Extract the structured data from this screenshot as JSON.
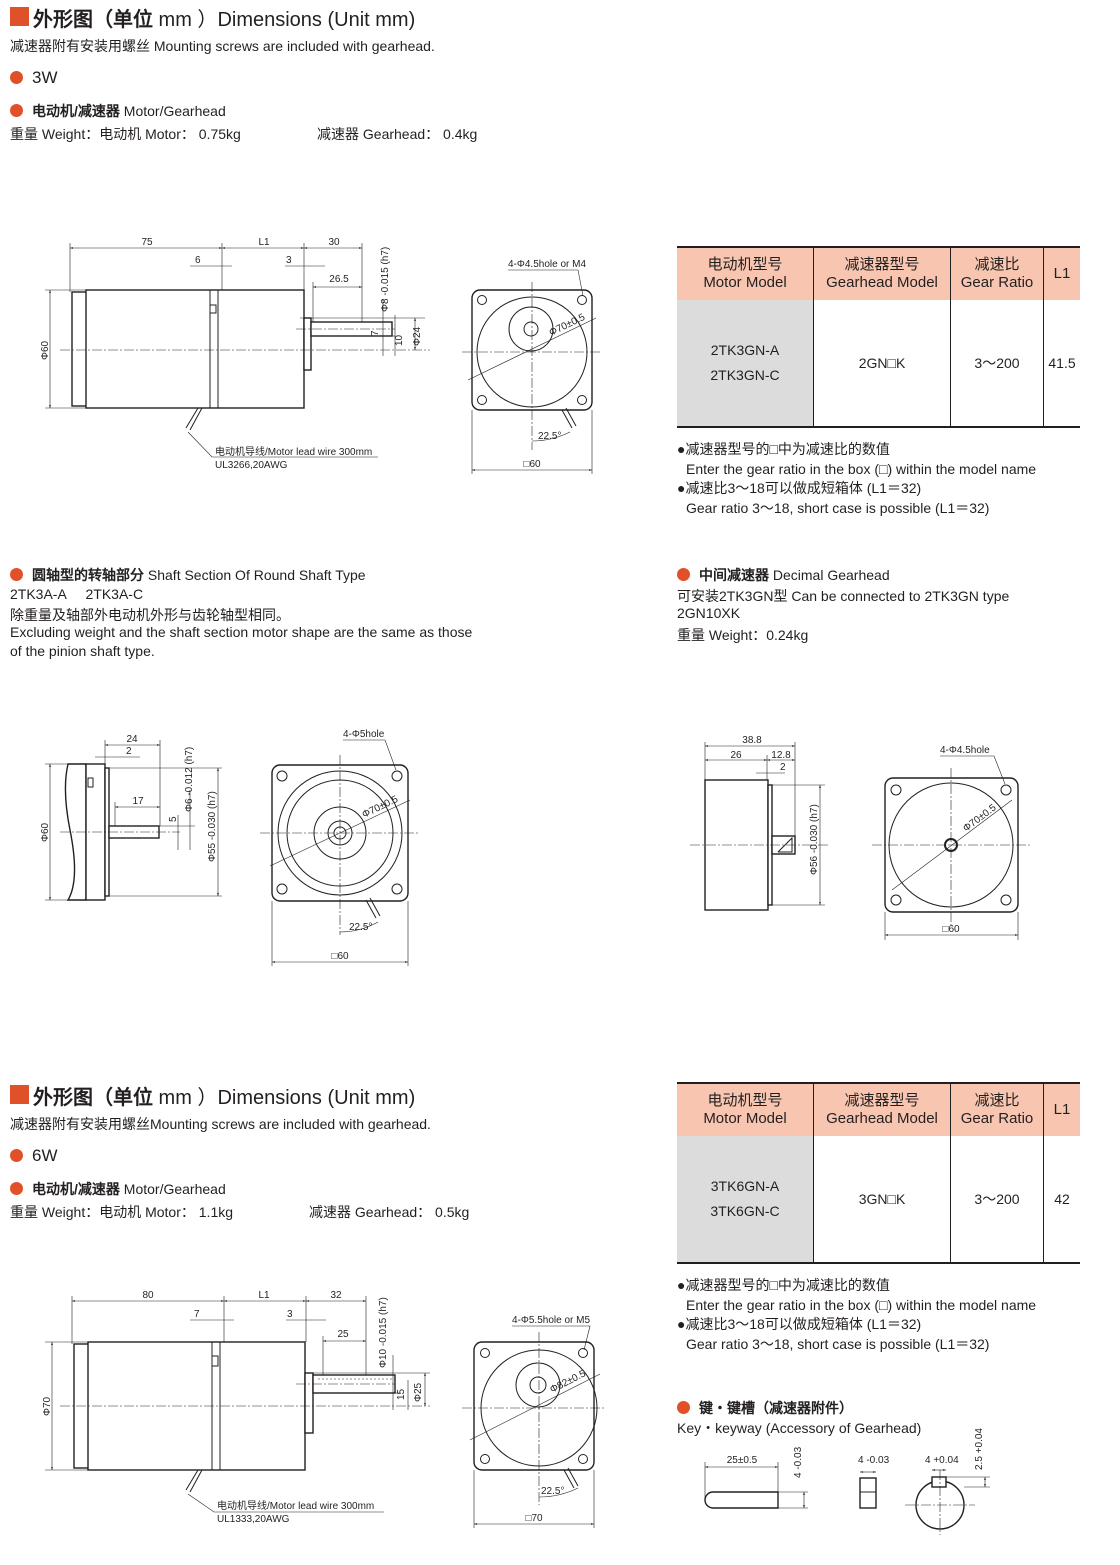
{
  "accent_color": "#e0512a",
  "table_header_color": "#f8c6b0",
  "section1": {
    "title_cn": "外形图（单位",
    "title_unit": " mm ）",
    "title_en": "Dimensions (Unit mm)",
    "subtitle": "减速器附有安装用螺丝 Mounting screws are included with gearhead.",
    "power": "3W",
    "motor_heading_cn": "电动机/减速器",
    "motor_heading_en": "Motor/Gearhead",
    "weight_motor": "重量 Weight：电动机 Motor： 0.75kg",
    "weight_gearhead": "减速器 Gearhead： 0.4kg",
    "drawing": {
      "d75": "75",
      "dL1": "L1",
      "d30": "30",
      "d6": "6",
      "d3": "3",
      "d26_5": "26.5",
      "d_shaft": "Φ8 -0.015 (h7)",
      "d7": "7",
      "d10": "10",
      "d24": "Φ24",
      "d60": "Φ60",
      "lead_wire": "电动机导线/Motor lead wire 300mm",
      "lead_spec": "UL3266,20AWG",
      "holes": "4-Φ4.5hole or M4",
      "pcd": "Φ70±0.5",
      "angle": "22.5°",
      "square": "□60"
    },
    "table": {
      "headers": [
        {
          "cn": "电动机型号",
          "en": "Motor Model"
        },
        {
          "cn": "减速器型号",
          "en": "Gearhead Model"
        },
        {
          "cn": "减速比",
          "en": "Gear Ratio"
        },
        {
          "cn": "",
          "en": "L1"
        }
      ],
      "row": {
        "motor_models": [
          "2TK3GN-A",
          "2TK3GN-C"
        ],
        "gearhead_model": "2GN□K",
        "gear_ratio": "3～200",
        "l1": "41.5"
      }
    },
    "notes": [
      "●减速器型号的□中为减速比的数值",
      "Enter the gear ratio in the box (□) within the model name",
      "●减速比3～18可以做成短箱体 (L1＝32)",
      "Gear  ratio  3～18, short  case  is  possible  (L1＝32)"
    ]
  },
  "round_shaft": {
    "heading_cn": "圆轴型的转轴部分",
    "heading_en": "Shaft Section Of Round Shaft Type",
    "models": "2TK3A-A     2TK3A-C",
    "desc_cn": "除重量及轴部外电动机外形与齿轮轴型相同。",
    "desc_en_1": "Excluding weight and the shaft section motor shape are the same as those",
    "desc_en_2": "of the pinion shaft type.",
    "drawing": {
      "d24": "24",
      "d2": "2",
      "d17": "17",
      "d5": "5",
      "d_shaft": "Φ6 -0.012 (h7)",
      "d55": "Φ55 -0.030 (h7)",
      "d60": "Φ60",
      "holes": "4-Φ5hole",
      "pcd": "Φ70±0.5",
      "angle": "22.5°",
      "square": "□60"
    }
  },
  "decimal": {
    "heading_cn": "中间减速器",
    "heading_en": "Decimal Gearhead",
    "connect": "可安装2TK3GN型 Can be connected to 2TK3GN type",
    "model": "2GN10XK",
    "weight": "重量 Weight：0.24kg",
    "drawing": {
      "d38_8": "38.8",
      "d26": "26",
      "d12_8": "12.8",
      "d2": "2",
      "d56": "Φ56 -0.030 (h7)",
      "holes": "4-Φ4.5hole",
      "pcd": "Φ70±0.5",
      "square": "□60"
    }
  },
  "section2": {
    "title_cn": "外形图（单位",
    "title_unit": " mm ）",
    "title_en": "Dimensions (Unit mm)",
    "subtitle": "减速器附有安装用螺丝Mounting screws are included with gearhead.",
    "power": "6W",
    "motor_heading_cn": "电动机/减速器",
    "motor_heading_en": "Motor/Gearhead",
    "weight_motor": "重量 Weight：电动机 Motor： 1.1kg",
    "weight_gearhead": "减速器 Gearhead： 0.5kg",
    "drawing": {
      "d80": "80",
      "dL1": "L1",
      "d32": "32",
      "d7": "7",
      "d3": "3",
      "d25": "25",
      "d_shaft": "Φ10 -0.015 (h7)",
      "d15": "15",
      "dphi25": "Φ25",
      "d70": "Φ70",
      "lead_wire": "电动机导线/Motor lead wire 300mm",
      "lead_spec": "UL1333,20AWG",
      "holes": "4-Φ5.5hole or M5",
      "pcd": "Φ82±0.5",
      "angle": "22.5°",
      "square": "□70"
    },
    "table": {
      "headers": [
        {
          "cn": "电动机型号",
          "en": "Motor Model"
        },
        {
          "cn": "减速器型号",
          "en": "Gearhead Model"
        },
        {
          "cn": "减速比",
          "en": "Gear Ratio"
        },
        {
          "cn": "",
          "en": "L1"
        }
      ],
      "row": {
        "motor_models": [
          "3TK6GN-A",
          "3TK6GN-C"
        ],
        "gearhead_model": "3GN□K",
        "gear_ratio": "3～200",
        "l1": "42"
      }
    },
    "notes": [
      "●减速器型号的□中为减速比的数值",
      "Enter the gear ratio in the box (□) within the model name",
      "●减速比3～18可以做成短箱体 (L1＝32)",
      "Gear  ratio  3～18, short  case  is  possible  (L1＝32)"
    ]
  },
  "key": {
    "heading_cn": "键・键槽（减速器附件）",
    "heading_en": "Key・keyway (Accessory of Gearhead)",
    "drawing": {
      "length": "25±0.5",
      "height": "4 -0.03",
      "width": "4 -0.03",
      "slot_width": "4 +0.04",
      "slot_depth": "2.5 +0.04"
    }
  }
}
